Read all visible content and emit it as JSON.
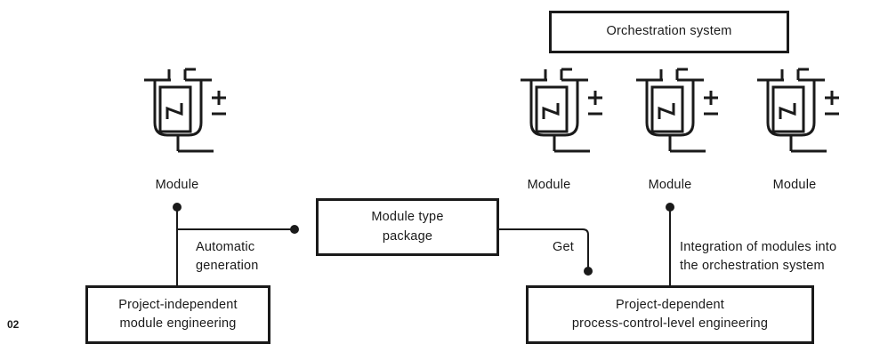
{
  "figure_number": "02",
  "boxes": {
    "orchestration": "Orchestration system",
    "module_type_package": "Module type\npackage",
    "project_independent": "Project-independent\nmodule engineering",
    "project_dependent": "Project-dependent\nprocess-control-level engineering"
  },
  "module_label": "Module",
  "modules": [
    {
      "label": "Module",
      "icon": "reactor-module-icon"
    },
    {
      "label": "Module",
      "icon": "reactor-module-icon"
    },
    {
      "label": "Module",
      "icon": "reactor-module-icon"
    },
    {
      "label": "Module",
      "icon": "reactor-module-icon"
    }
  ],
  "connector_labels": {
    "automatic_generation": "Automatic\ngeneration",
    "get": "Get",
    "integration": "Integration of modules into\nthe orchestration system"
  }
}
